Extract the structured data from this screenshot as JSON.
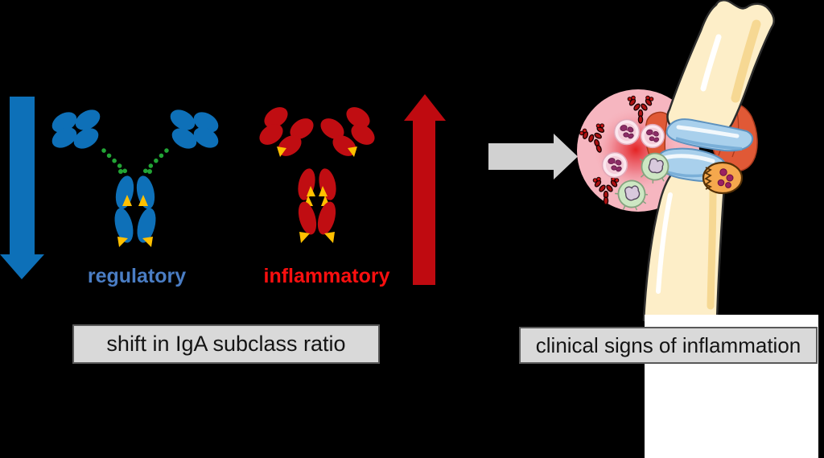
{
  "diagram": {
    "title_hint": "shift in IgA subclass ratio leading to clinical signs of inflammation",
    "background": "#000000",
    "left_panel": {
      "regulatory_label": "regulatory",
      "inflammatory_label": "inflammatory",
      "caption": "shift in IgA subclass ratio"
    },
    "right_panel": {
      "caption": "clinical signs of inflammation"
    },
    "icons": {
      "down-arrow-icon": "thick downward arrow, regulatory decreasing",
      "up-arrow-icon": "thick upward arrow, inflammatory increasing",
      "right-arrow-icon": "gray transition arrow",
      "regulatory-antibody-icon": "blue IgA antibody with green glycan chains and yellow tips",
      "inflammatory-antibody-icon": "red IgA antibody with yellow tips",
      "inflamed-joint-illustration": "knee joint with inflamed synovium, immune cells and osteoclast"
    },
    "colors": {
      "regulatory_blue": "#0d70b8",
      "regulatory_text_blue": "#4a7dc4",
      "inflammatory_red": "#c00d12",
      "inflammatory_text_red": "#fb0f0f",
      "arrow_red": "#bf0a10",
      "glycan_green": "#22a435",
      "tip_yellow": "#ffc000",
      "transition_arrow_gray": "#d1d1d1",
      "caption_box_fill": "#d9d9d9",
      "caption_box_border": "#595959",
      "inflamed_area_pink": "#f6b6c0",
      "inflammation_glow_red": "#e31b1b",
      "bone_cream": "#fdeec8",
      "cartilage_blue": "#a9d0ec",
      "synovium_red": "#e05936",
      "osteoclast_orange": "#f5a84d",
      "neutrophil_pink": "#f4ccd9",
      "macrophage_green": "#cde7c3",
      "panel_backdrop_white": "#ffffff"
    }
  }
}
